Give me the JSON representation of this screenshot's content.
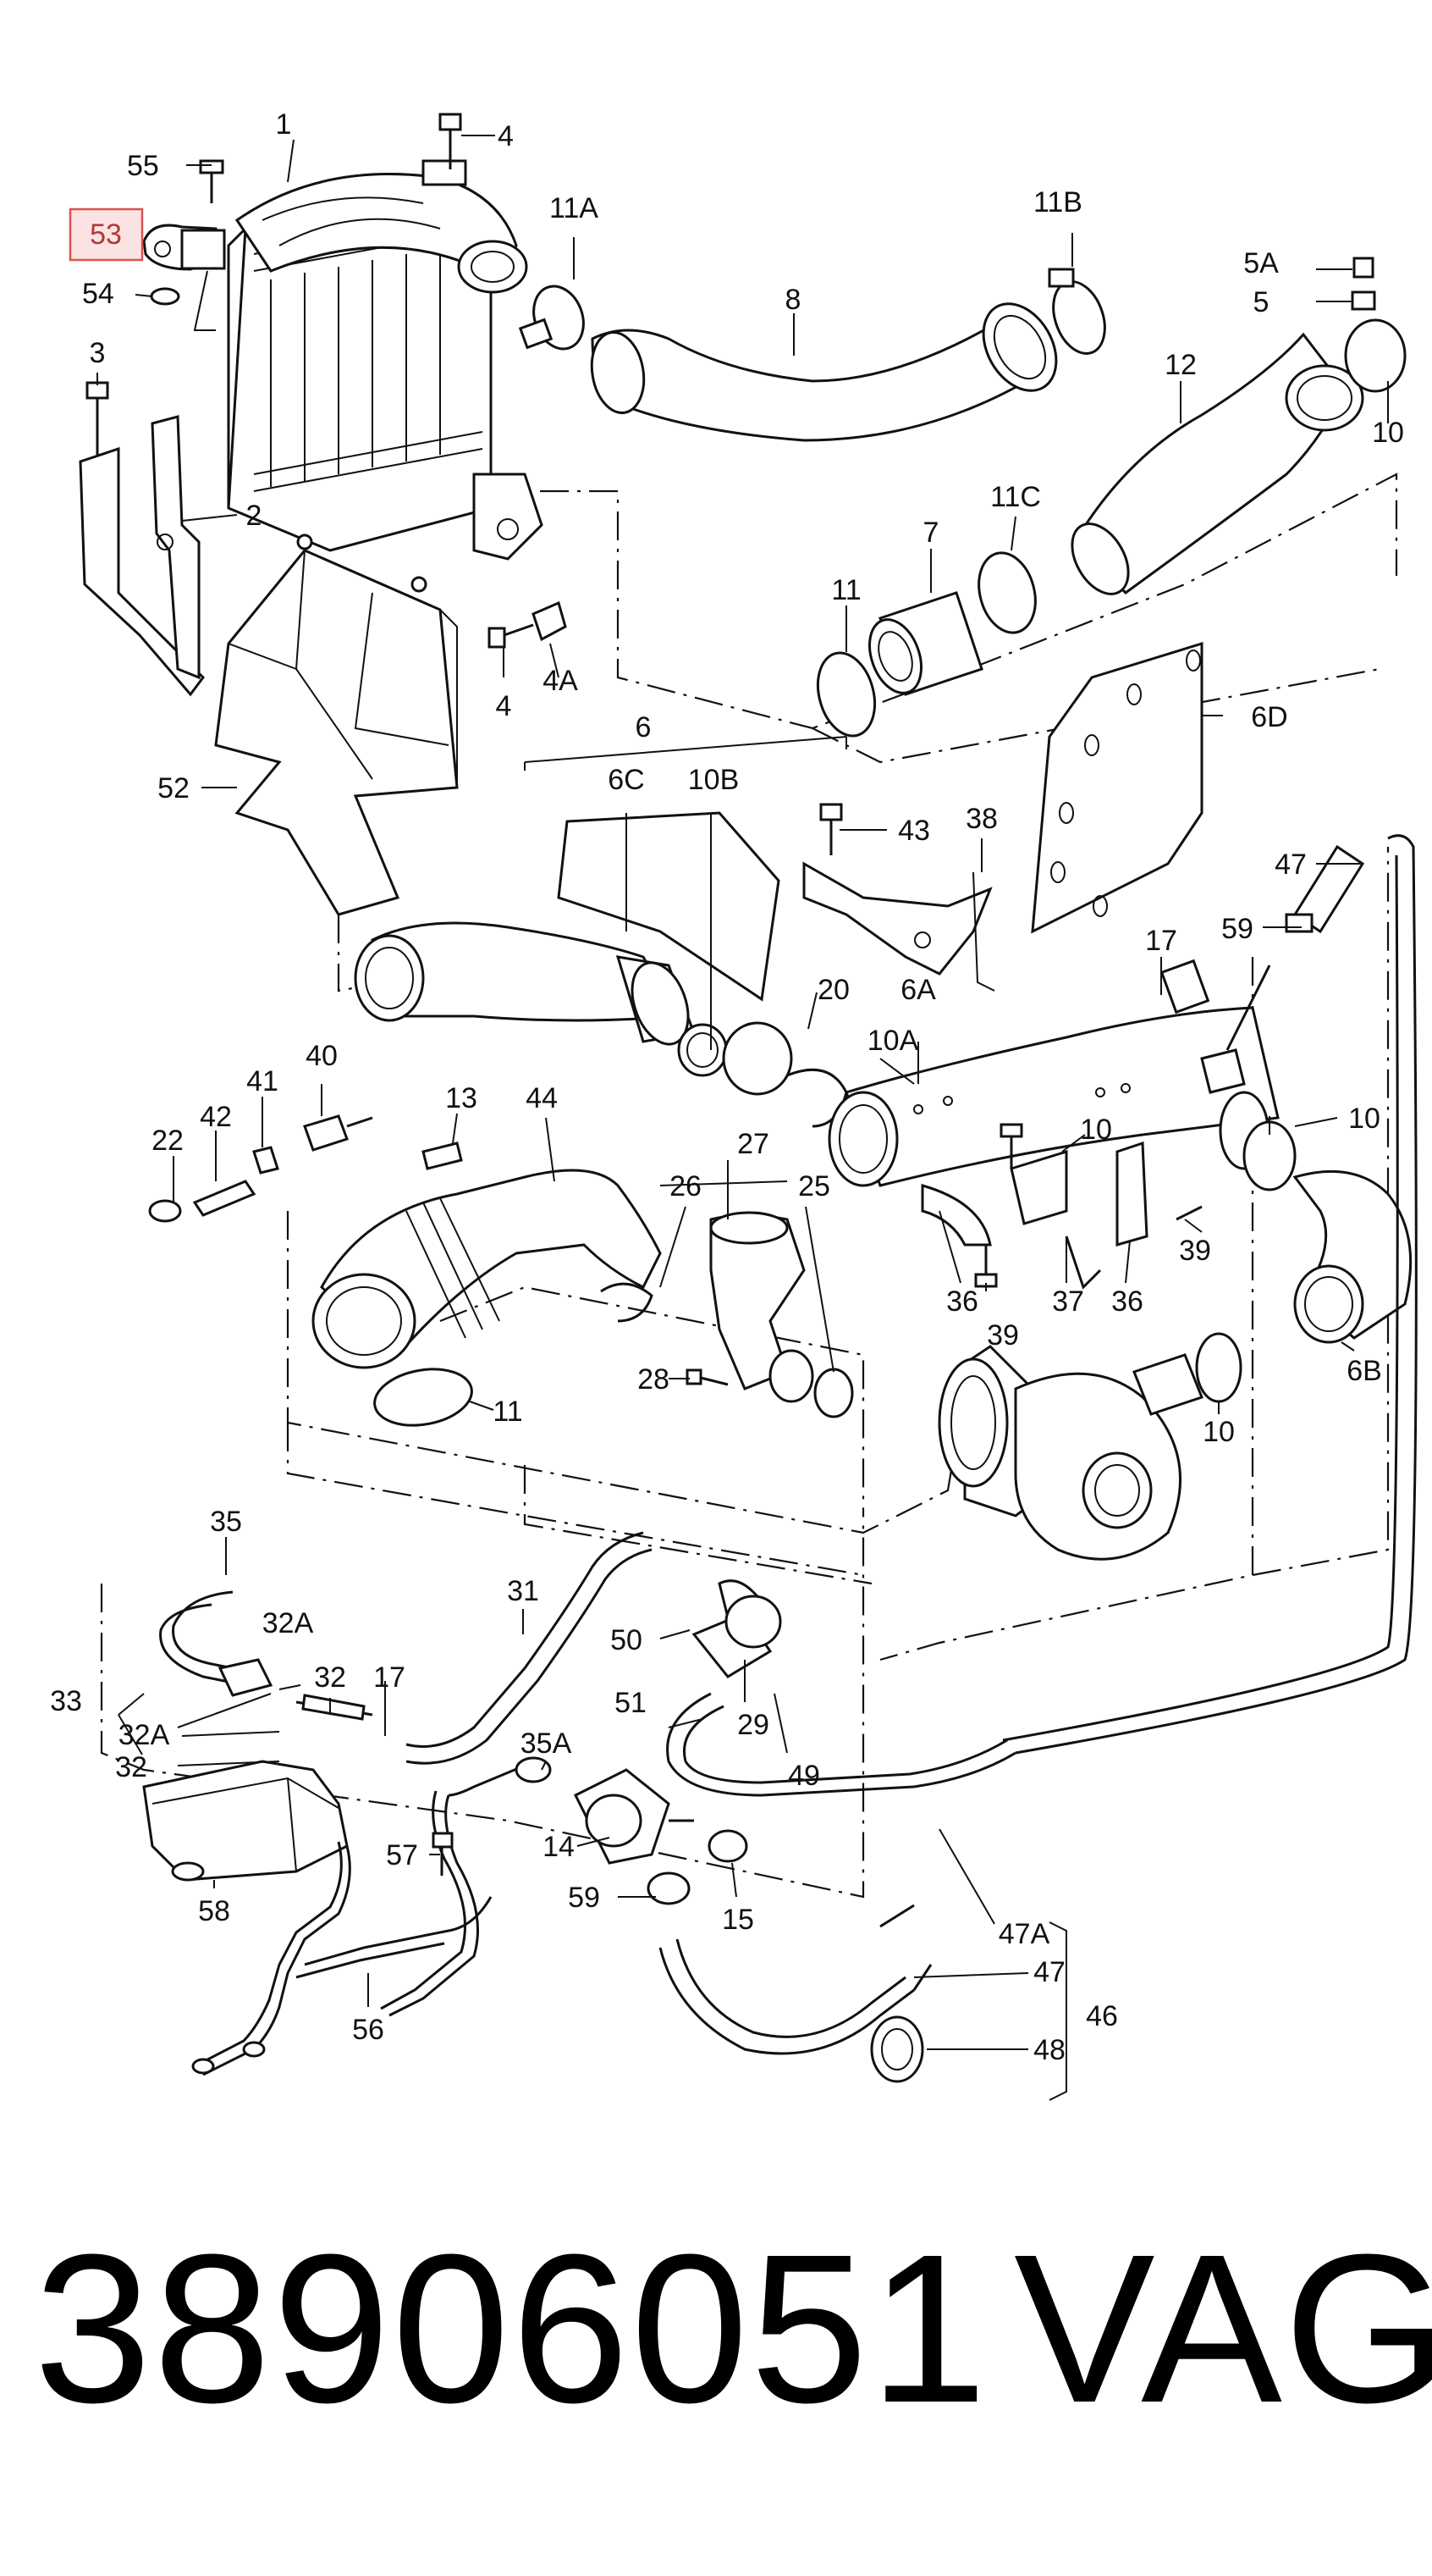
{
  "highlight": {
    "label": "53",
    "color": "#d9534f",
    "fill": "#fbe3e3"
  },
  "labels": [
    "1",
    "4",
    "55",
    "53",
    "54",
    "11A",
    "11B",
    "5A",
    "5",
    "8",
    "10",
    "3",
    "2",
    "12",
    "11C",
    "7",
    "11",
    "4",
    "4A",
    "52",
    "6",
    "6D",
    "6C",
    "10B",
    "43",
    "38",
    "47",
    "59",
    "17",
    "10",
    "6A",
    "10A",
    "20",
    "40",
    "41",
    "42",
    "22",
    "13",
    "44",
    "10",
    "27",
    "26",
    "25",
    "36",
    "37",
    "36",
    "39",
    "39",
    "28",
    "11",
    "10",
    "6B",
    "35",
    "31",
    "32A",
    "50",
    "33",
    "32",
    "17",
    "51",
    "29",
    "49",
    "32A",
    "32",
    "35A",
    "14",
    "57",
    "15",
    "59",
    "58",
    "47A",
    "47",
    "46",
    "56",
    "48"
  ],
  "footer": {
    "part_number": "38906051",
    "brand": "VAG"
  }
}
